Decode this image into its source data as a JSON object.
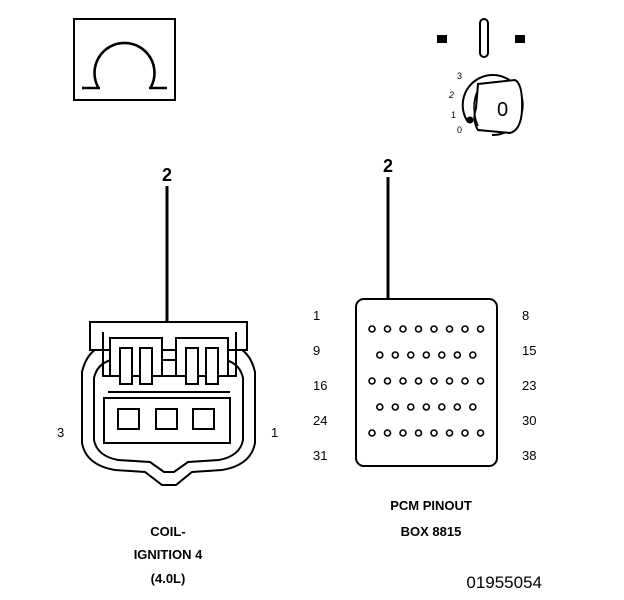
{
  "ohm_symbol": "Ω",
  "icons": {
    "meter": "ohmmeter-icon",
    "ignition": "ignition-key-icon"
  },
  "ignition": {
    "positions": [
      "3",
      "2",
      "1",
      "0"
    ],
    "key_label": "0"
  },
  "probe_labels": {
    "left": "2",
    "right": "2"
  },
  "coil_connector": {
    "pin_left": "3",
    "pin_right": "1",
    "caption": [
      "COIL-",
      "IGNITION 4",
      "(4.0L)"
    ]
  },
  "pcm": {
    "row_labels_left": [
      "1",
      "9",
      "16",
      "24",
      "31"
    ],
    "row_labels_right": [
      "8",
      "15",
      "23",
      "30",
      "38"
    ],
    "row_pin_counts": [
      8,
      7,
      8,
      7,
      8
    ],
    "caption": [
      "PCM PINOUT",
      "BOX 8815"
    ]
  },
  "figure_id": "01955054",
  "colors": {
    "ink": "#000000",
    "paper": "#ffffff"
  }
}
